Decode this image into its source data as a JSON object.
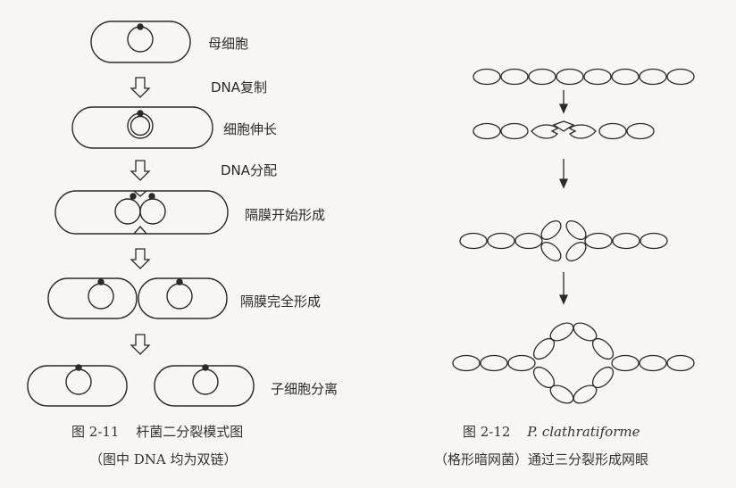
{
  "fig_2_11": {
    "stages": [
      {
        "label": "母细胞"
      },
      {
        "label": "细胞伸长"
      },
      {
        "label": "隔膜开始形成"
      },
      {
        "label": "隔膜完全形成"
      },
      {
        "label": "子细胞分离"
      }
    ],
    "arrow_labels": [
      "DNA复制",
      "DNA分配"
    ],
    "caption_number": "图 2-11",
    "caption_title": "杆菌二分裂模式图",
    "caption_note": "（图中 DNA 均为双链）"
  },
  "fig_2_12": {
    "caption_number": "图 2-12",
    "species_name": "P. clathratiforme",
    "caption_note": "（格形暗网菌）通过三分裂形成网眼"
  }
}
